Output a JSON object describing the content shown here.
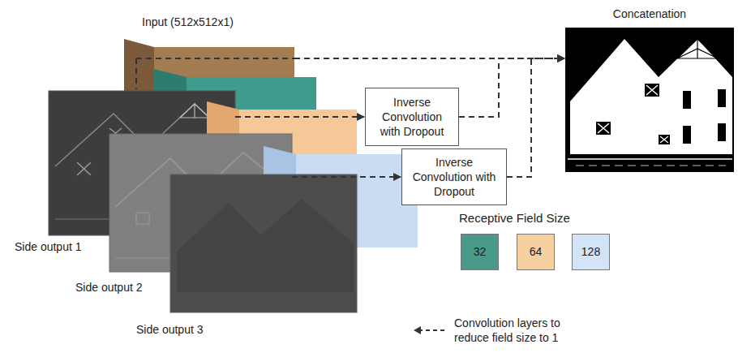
{
  "diagram": {
    "nodes": [
      {
        "text": [
          "Input (512x512x1)"
        ]
      },
      {
        "text": [
          "Concatenation"
        ]
      },
      {
        "text": [
          "Inverse Convolution with Dropout"
        ]
      },
      {
        "text": [
          "Inverse Convolution with Dropout"
        ]
      },
      {
        "text": [
          "Side output 1"
        ]
      },
      {
        "text": [
          "Side output 2"
        ]
      },
      {
        "text": [
          "Side output 3"
        ]
      }
    ],
    "edges": [
      {
        "from": 0,
        "to": 1,
        "arrow": "to"
      },
      {
        "from": 2,
        "to": 1,
        "arrow": "to"
      },
      {
        "from": 3,
        "to": 1,
        "arrow": "to"
      },
      {
        "from": 4,
        "to": 2,
        "arrow": "to"
      },
      {
        "from": 5,
        "to": 3,
        "arrow": "to"
      }
    ],
    "labels": [
      "Receptive Field Size"
    ],
    "legend": [
      {
        "text": "32",
        "color": "#4a9a8c"
      },
      {
        "text": "64",
        "color": "#f8cfa1"
      },
      {
        "text": "128",
        "color": "#d3e4f6"
      },
      {
        "text": "Convolution layers to reduce field size to 1"
      }
    ]
  }
}
